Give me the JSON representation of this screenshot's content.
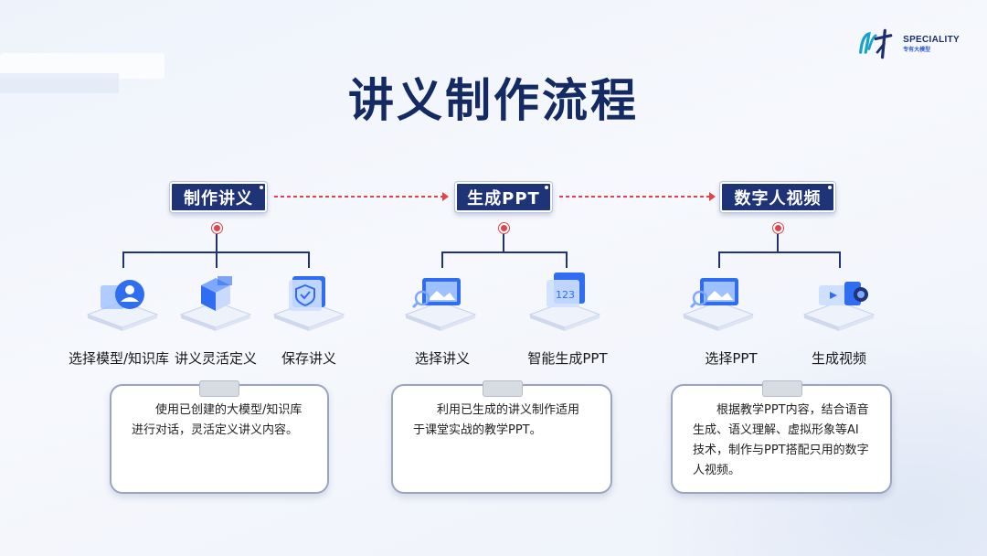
{
  "title": "讲义制作流程",
  "logo": {
    "title": "SPECIALITY",
    "subtitle": "专有大模型"
  },
  "steps": [
    {
      "label": "制作讲义",
      "items": [
        "选择模型/知识库",
        "讲义灵活定义",
        "保存讲义"
      ],
      "description": "使用已创建的大模型/知识库进行对话，灵活定义讲义内容。"
    },
    {
      "label": "生成PPT",
      "items": [
        "选择讲义",
        "智能生成PPT"
      ],
      "description": "利用已生成的讲义制作适用于课堂实战的教学PPT。"
    },
    {
      "label": "数字人视频",
      "items": [
        "选择PPT",
        "生成视频"
      ],
      "description": "根据教学PPT内容，结合语音生成、语义理解、虚拟形象等AI技术，制作与PPT搭配只用的数字人视频。"
    }
  ],
  "icons": [
    "user-profile-icon",
    "cube-box-icon",
    "shield-check-icon",
    "image-search-icon",
    "code-screen-icon",
    "image-search-icon",
    "video-camera-icon"
  ],
  "colors": {
    "title": "#142a63",
    "accent": "#1f3377",
    "arrow": "#e0434b",
    "icon_blue": "#2f6ef0"
  }
}
